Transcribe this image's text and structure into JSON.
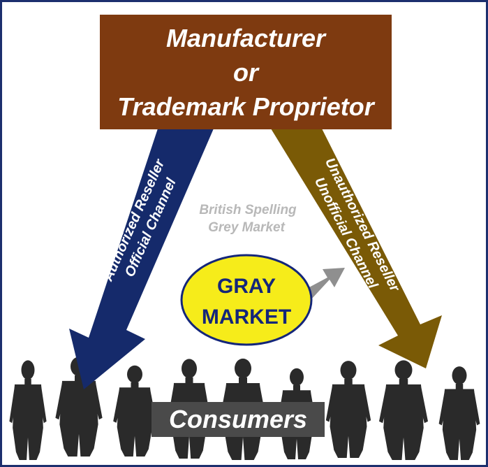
{
  "top_box": {
    "line1": "Manufacturer",
    "line2": "or",
    "line3": "Trademark Proprietor"
  },
  "left_arrow": {
    "line1": "Authorized Reseller",
    "line2": "Official Channel"
  },
  "right_arrow": {
    "line1": "Unauthorized Reseller",
    "line2": "Unofficial Channel"
  },
  "note": {
    "line1": "British Spelling",
    "line2": "Grey Market"
  },
  "center_ellipse": {
    "line1": "GRAY",
    "line2": "MARKET"
  },
  "consumers_label": "Consumers",
  "colors": {
    "frame": "#1c2f6e",
    "top_box": "#7e3a10",
    "left_arrow": "#152a6b",
    "right_arrow": "#7a5a06",
    "ellipse_fill": "#f6ec1a",
    "ellipse_border": "#14267a",
    "small_arrow": "#8f8f8f",
    "consumers_box": "#4a4a4a",
    "silhouettes": "#2a2a2a"
  },
  "icons": {
    "people": "business-people-silhouette-icon",
    "small_arrow": "arrow-right-up-icon"
  }
}
